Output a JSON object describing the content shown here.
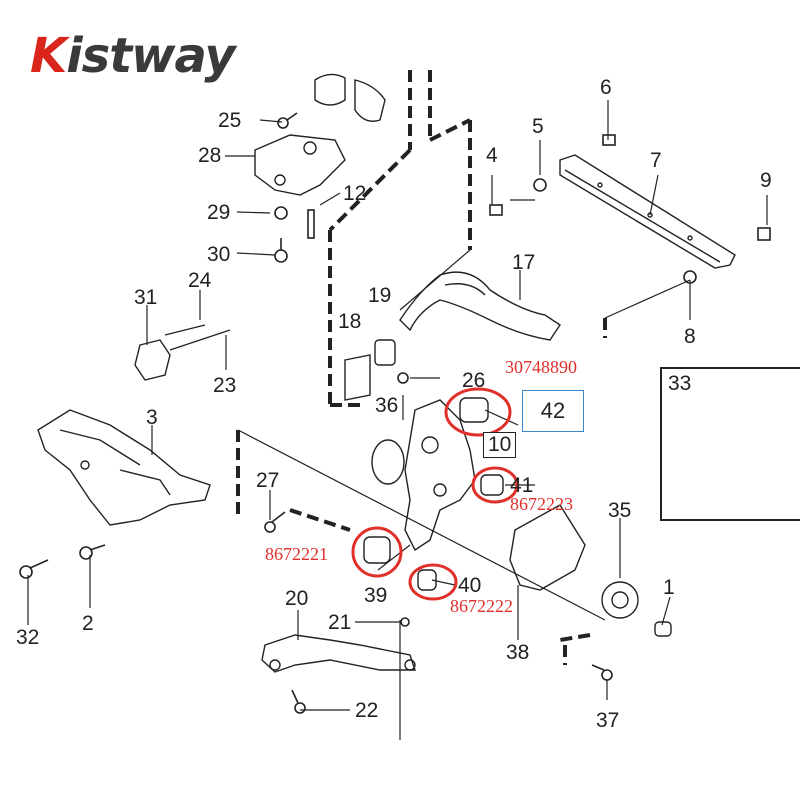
{
  "brand": {
    "logo_k": "K",
    "logo_rest": "istway",
    "accent_color": "#e0302a"
  },
  "callouts": {
    "n1": "1",
    "n2": "2",
    "n3": "3",
    "n4": "4",
    "n5": "5",
    "n6": "6",
    "n7": "7",
    "n8": "8",
    "n9": "9",
    "n10": "10",
    "n12": "12",
    "n17": "17",
    "n18": "18",
    "n19": "19",
    "n20": "20",
    "n21": "21",
    "n22": "22",
    "n23": "23",
    "n24": "24",
    "n25": "25",
    "n26": "26",
    "n27": "27",
    "n28": "28",
    "n29": "29",
    "n30": "30",
    "n31": "31",
    "n32": "32",
    "n33": "33",
    "n35": "35",
    "n36": "36",
    "n37": "37",
    "n38": "38",
    "n39": "39",
    "n40": "40",
    "n41": "41",
    "n42": "42"
  },
  "part_numbers": {
    "p42": "30748890",
    "p41": "8672223",
    "p39": "8672221",
    "p40": "8672222"
  }
}
